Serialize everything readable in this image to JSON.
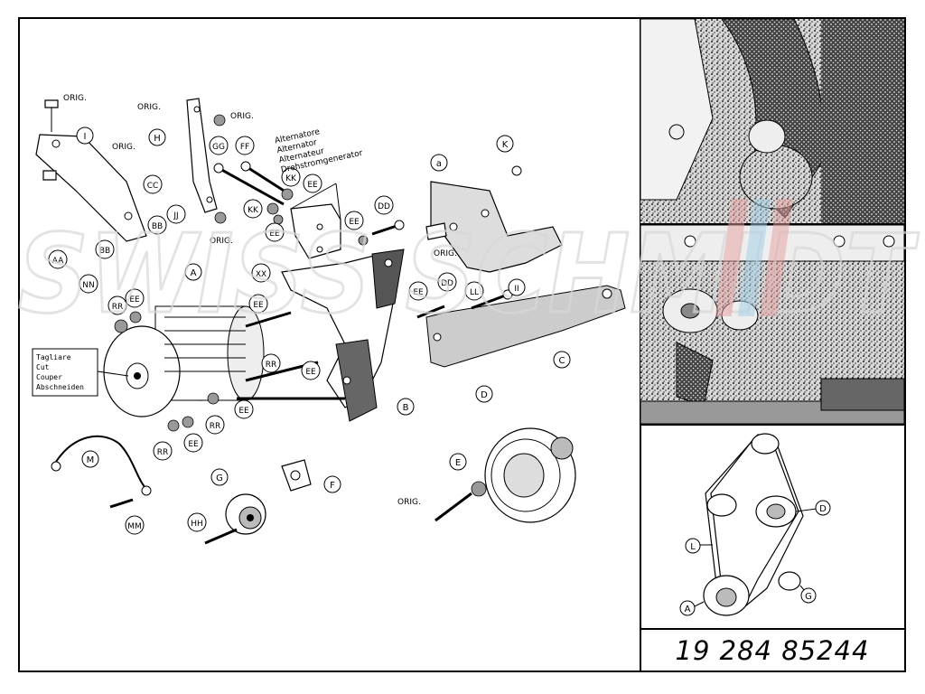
{
  "orig_label": "ORIG.",
  "callouts": {
    "I": "I",
    "H": "H",
    "GG": "GG",
    "FF": "FF",
    "KK": "KK",
    "EE": "EE",
    "CC": "CC",
    "JJ": "JJ",
    "BB": "BB",
    "AA": "AA",
    "a": "a",
    "K": "K",
    "DD": "DD",
    "XX": "XX",
    "NN": "NN",
    "RR": "RR",
    "A": "A",
    "LL": "LL",
    "II": "II",
    "C": "C",
    "B": "B",
    "D": "D",
    "E": "E",
    "G": "G",
    "F": "F",
    "M": "M",
    "MM": "MM",
    "HH": "HH"
  },
  "alternator_labels": [
    "Alternatore",
    "Alternator",
    "Alternateur",
    "Drehstromgenerator"
  ],
  "cut_labels": [
    "Tagliare",
    "Cut",
    "Couper",
    "Abschneiden"
  ],
  "belt_diagram": {
    "d": "D",
    "l": "L",
    "a": "A",
    "g": "G"
  },
  "part_number": "19 284 85244",
  "watermark_text": "SWISS SCHMIDT",
  "colors": {
    "watermark_red": "#e8a0a0",
    "watermark_blue": "#9ed0e6",
    "ink": "#000000"
  }
}
